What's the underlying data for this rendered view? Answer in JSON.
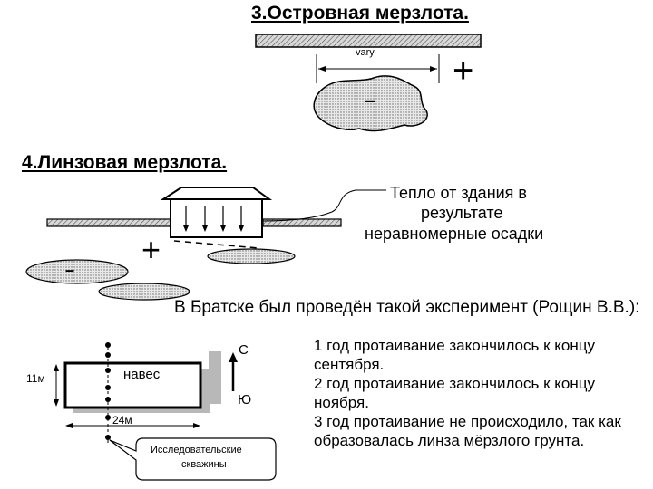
{
  "section3": {
    "title": "3.Островная мерзлота.",
    "dimension_label": "vary",
    "plus": "+",
    "minus": "–"
  },
  "section4": {
    "title": "4.Линзовая мерзлота.",
    "callout_line1": "Тепло от здания в",
    "callout_line2": "результате",
    "callout_line3": "неравномерные осадки",
    "plus": "+",
    "minus": "–"
  },
  "experiment": {
    "intro": "В Братске был проведён такой эксперимент (Рощин В.В.):",
    "canopy_label": "навес",
    "width_label": "11м",
    "length_label": "24м",
    "north_label": "С",
    "south_label": "Ю",
    "callout_line1": "Исследовательские",
    "callout_line2": "скважины",
    "results": [
      "1 год протаивание закончилось к концу сентября.",
      "2 год протаивание закончилось к концу ноября.",
      "3 год протаивание не происходило, так как образовалась линза мёрзлого грунта."
    ]
  }
}
